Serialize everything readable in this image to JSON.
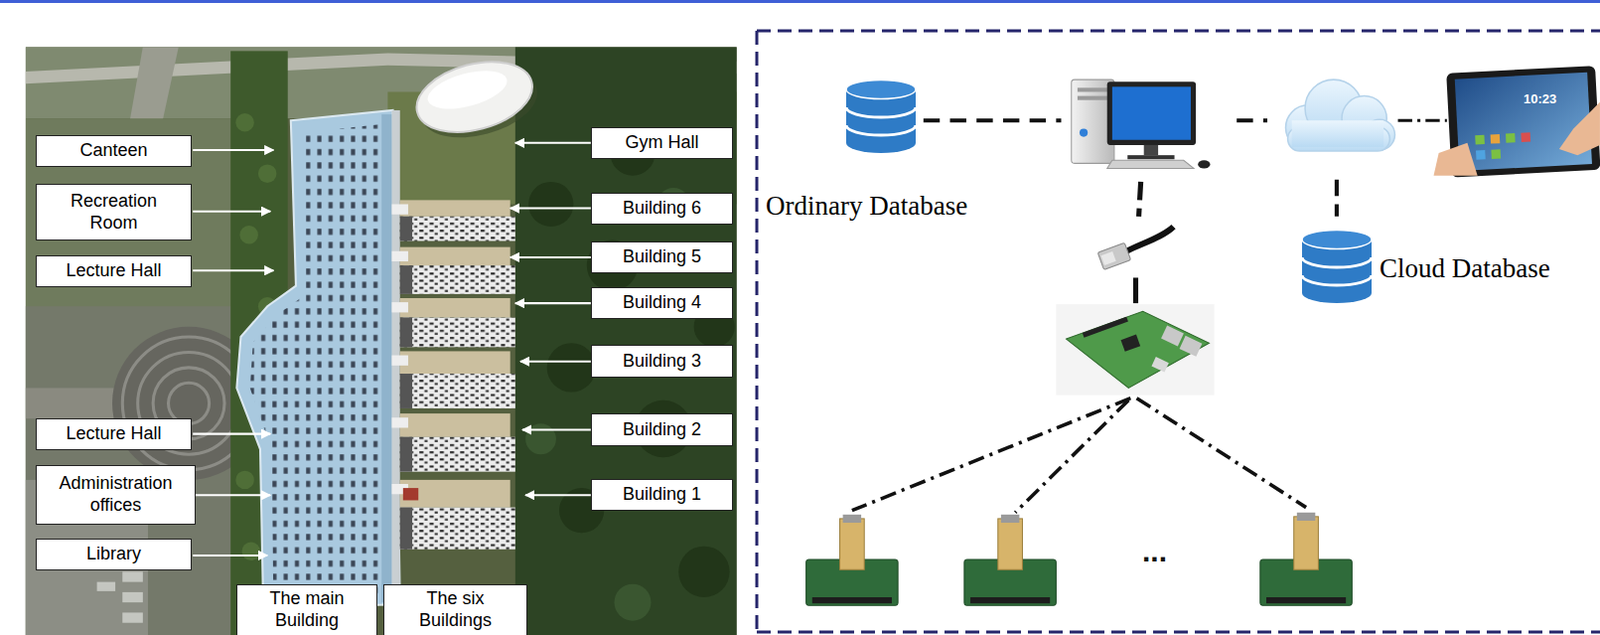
{
  "diagram": {
    "nodes": [
      {
        "text": [
          "Canteen"
        ]
      },
      {
        "text": [
          "Recreation Room"
        ]
      },
      {
        "text": [
          "Lecture Hall"
        ]
      },
      {
        "text": [
          "Lecture Hall"
        ]
      },
      {
        "text": [
          "Administration offices"
        ]
      },
      {
        "text": [
          "Library"
        ]
      },
      {
        "text": [
          "Gym Hall"
        ]
      },
      {
        "text": [
          "Building 6"
        ]
      },
      {
        "text": [
          "Building 5"
        ]
      },
      {
        "text": [
          "Building 4"
        ]
      },
      {
        "text": [
          "Building 3"
        ]
      },
      {
        "text": [
          "Building 2"
        ]
      },
      {
        "text": [
          "Building 1"
        ]
      },
      {
        "text": [
          "The main Building"
        ]
      },
      {
        "text": [
          "The six Buildings"
        ]
      },
      {
        "text": [
          "Ordinary Database"
        ]
      },
      {
        "text": [
          "Cloud Database"
        ]
      }
    ],
    "labels": [
      "10:23",
      "..."
    ]
  }
}
